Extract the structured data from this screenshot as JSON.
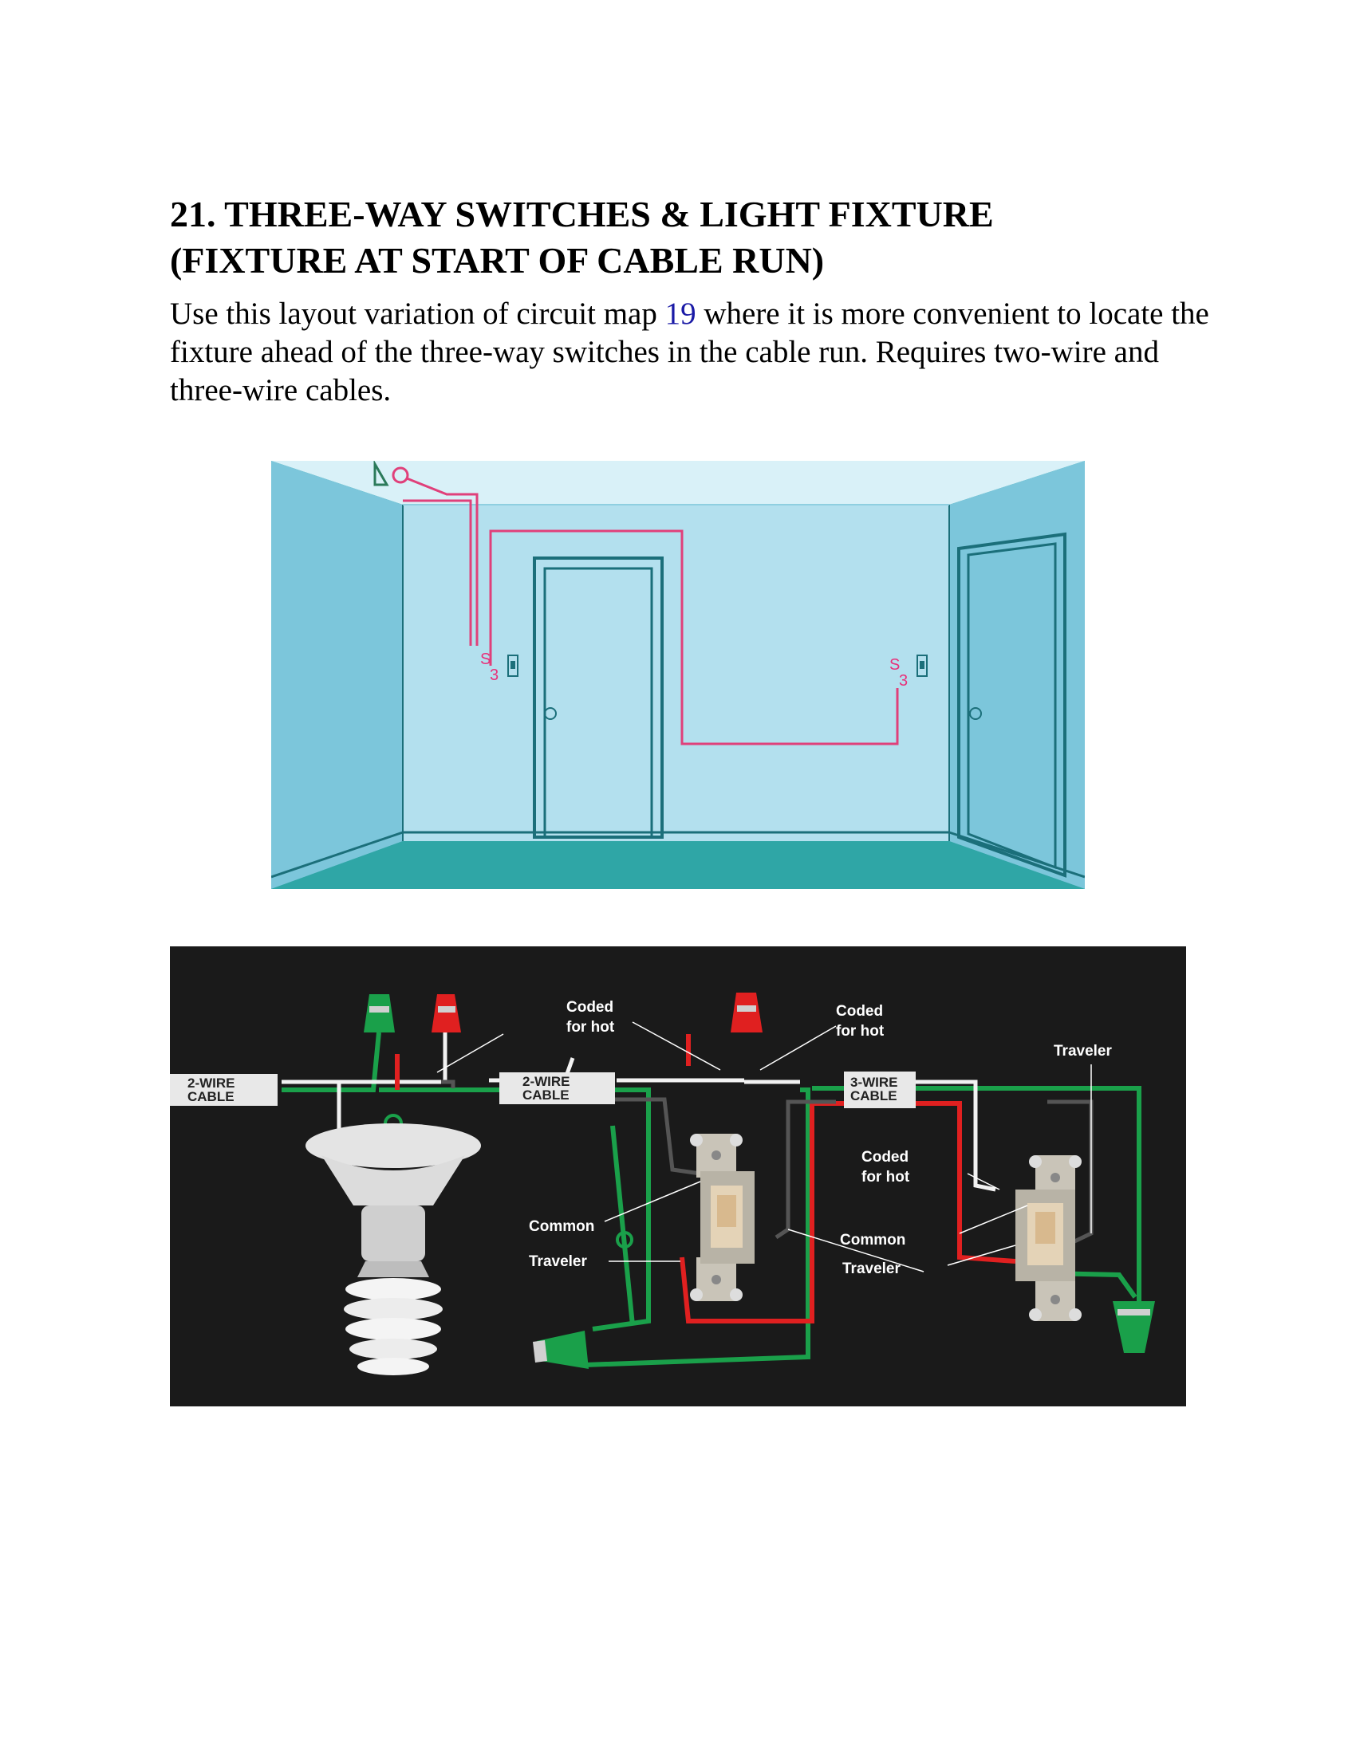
{
  "heading": {
    "line1": "21. THREE-WAY SWITCHES & LIGHT FIXTURE",
    "line2": "(FIXTURE AT START OF CABLE RUN)"
  },
  "paragraph": {
    "before_link": "Use this layout variation of circuit map ",
    "link": "19",
    "after_link": " where it is more convenient to locate the fixture ahead of the three-way switches in the cable run. Requires two-wire and three-wire cables."
  },
  "room": {
    "switch_symbol": "S",
    "switch_subscript": "3"
  },
  "wiring": {
    "cable_left": [
      "2-WIRE",
      "CABLE"
    ],
    "cable_mid": [
      "2-WIRE",
      "CABLE"
    ],
    "cable_right": [
      "3-WIRE",
      "CABLE"
    ],
    "coded_hot_1": [
      "Coded",
      "for hot"
    ],
    "coded_hot_2": [
      "Coded",
      "for hot"
    ],
    "coded_hot_3": [
      "Coded",
      "for hot"
    ],
    "traveler_top": "Traveler",
    "common_1": "Common",
    "traveler_1": "Traveler",
    "common_2": "Common",
    "traveler_2": "Traveler"
  },
  "colors": {
    "wall_back": "#b3e0ee",
    "wall_side": "#7cc6db",
    "floor": "#2fa6a6",
    "room_wire": "#e0407a",
    "wire_green": "#1aa04a",
    "wire_red": "#e02020",
    "wire_white": "#f2f2f2",
    "diagram_bg": "#1a1a1a"
  }
}
